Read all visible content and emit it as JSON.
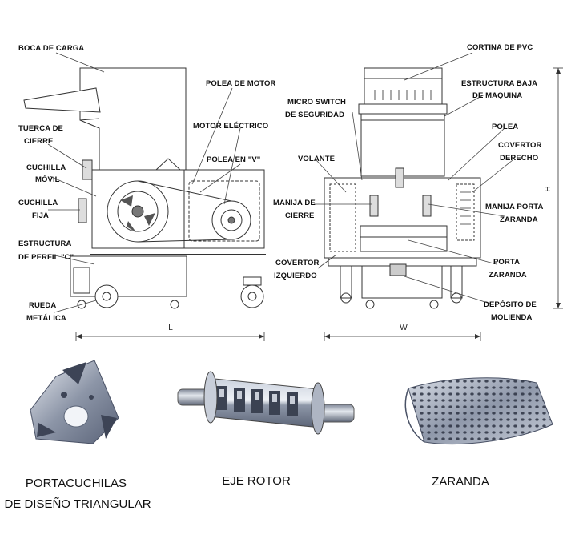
{
  "colors": {
    "line": "#333333",
    "metal": "#9aa3b3",
    "dark": "#4a5266",
    "background": "#ffffff"
  },
  "left_view": {
    "callouts": {
      "boca_de_carga": "BOCA DE CARGA",
      "tuerca_1": "TUERCA DE",
      "tuerca_2": "CIERRE",
      "cuchilla_movil_1": "CUCHILLA",
      "cuchilla_movil_2": "MÓVIL",
      "cuchilla_fija_1": "CUCHILLA",
      "cuchilla_fija_2": "FIJA",
      "estructura_1": "ESTRUCTURA",
      "estructura_2": "DE PERFIL \"C\"",
      "rueda_1": "RUEDA",
      "rueda_2": "METÁLICA",
      "polea_motor": "POLEA DE MOTOR",
      "motor_electrico": "MOTOR ELÉCTRICO",
      "polea_v": "POLEA EN \"V\""
    },
    "dimension": "L"
  },
  "right_view": {
    "callouts": {
      "cortina_pvc": "CORTINA DE PVC",
      "estructura_baja_1": "ESTRUCTURA BAJA",
      "estructura_baja_2": "DE MAQUINA",
      "micro_switch_1": "MICRO SWITCH",
      "micro_switch_2": "DE SEGURIDAD",
      "polea": "POLEA",
      "covertor_derecho_1": "COVERTOR",
      "covertor_derecho_2": "DERECHO",
      "volante": "VOLANTE",
      "manija_cierre_1": "MANIJA DE",
      "manija_cierre_2": "CIERRE",
      "manija_porta_1": "MANIJA PORTA",
      "manija_porta_2": "ZARANDA",
      "covertor_izquierdo_1": "COVERTOR",
      "covertor_izquierdo_2": "IZQUIERDO",
      "porta_zaranda_1": "PORTA",
      "porta_zaranda_2": "ZARANDA",
      "deposito_1": "DEPÓSITO DE",
      "deposito_2": "MOLIENDA"
    },
    "dimension_w": "W",
    "dimension_h": "H"
  },
  "parts": {
    "portacuchilas_1": "PORTACUCHILAS",
    "portacuchilas_2": "DE DISEÑO TRIANGULAR",
    "eje_rotor": "EJE ROTOR",
    "zaranda": "ZARANDA"
  }
}
